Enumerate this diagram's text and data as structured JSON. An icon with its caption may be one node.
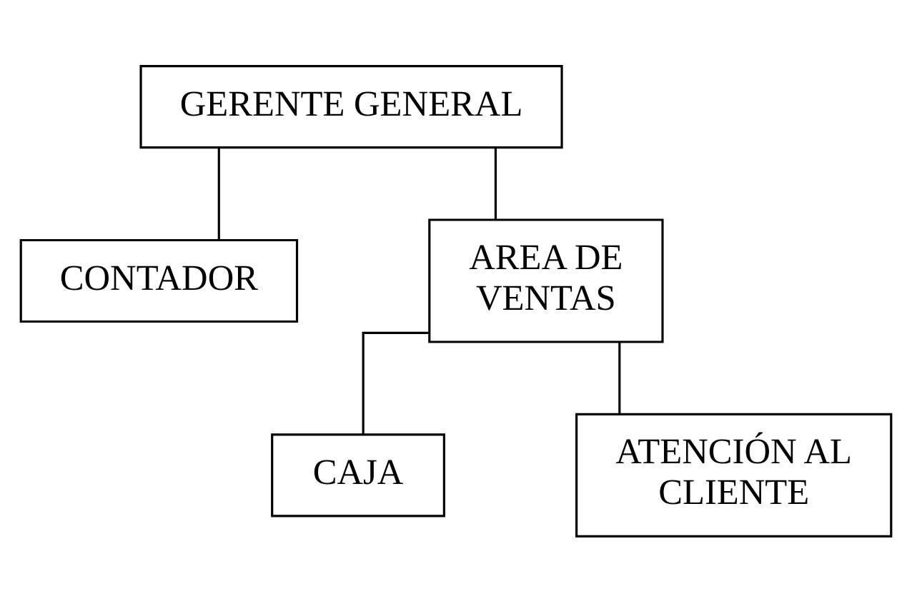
{
  "diagram": {
    "nodes": [
      {
        "text": [
          "GERENTE GENERAL"
        ]
      },
      {
        "text": [
          "CONTADOR"
        ]
      },
      {
        "text": [
          "AREA DE VENTAS"
        ]
      },
      {
        "text": [
          "CAJA"
        ]
      },
      {
        "text": [
          "ATENCIÓN AL CLIENTE"
        ]
      }
    ],
    "edges": [
      {
        "from": 0,
        "to": 2,
        "arrow": "none"
      },
      {
        "from": 0,
        "to": 1,
        "arrow": "none"
      },
      {
        "from": 2,
        "to": 3,
        "arrow": "none"
      },
      {
        "from": 2,
        "to": 4,
        "arrow": "none"
      }
    ]
  }
}
